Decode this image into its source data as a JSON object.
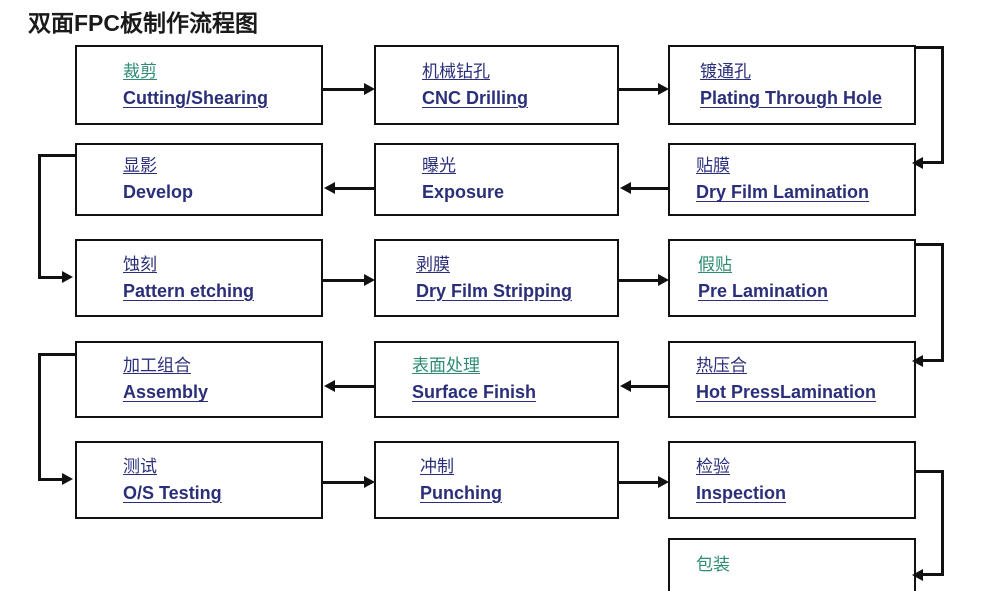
{
  "title": "双面FPC板制作流程图",
  "colors": {
    "line": "#111111",
    "text_blue": "#2b2f7a",
    "text_green": "#2e8b74",
    "title": "#1a1a1a",
    "background": "#ffffff"
  },
  "chart_data": {
    "type": "diagram",
    "title": "双面FPC板制作流程图",
    "nodes": [
      {
        "id": "cutting",
        "cn": "裁剪",
        "en": "Cutting/Shearing",
        "cn_color": "green",
        "row": 1,
        "col": 1
      },
      {
        "id": "drilling",
        "cn": "机械钻孔",
        "en": "CNC Drilling",
        "cn_color": "blue",
        "row": 1,
        "col": 2
      },
      {
        "id": "pth",
        "cn": "镀通孔",
        "en": "Plating Through Hole",
        "cn_color": "blue",
        "row": 1,
        "col": 3
      },
      {
        "id": "develop",
        "cn": "显影",
        "en": "Develop",
        "cn_color": "blue",
        "row": 2,
        "col": 1
      },
      {
        "id": "exposure",
        "cn": "曝光",
        "en": "Exposure",
        "cn_color": "blue",
        "row": 2,
        "col": 2
      },
      {
        "id": "dfl",
        "cn": "贴膜",
        "en": "Dry Film Lamination",
        "cn_color": "blue",
        "row": 2,
        "col": 3
      },
      {
        "id": "etching",
        "cn": "蚀刻",
        "en": "Pattern etching",
        "cn_color": "blue",
        "row": 3,
        "col": 1
      },
      {
        "id": "stripping",
        "cn": "剥膜",
        "en": "Dry Film Stripping",
        "cn_color": "blue",
        "row": 3,
        "col": 2
      },
      {
        "id": "prelam",
        "cn": "假贴",
        "en": "Pre Lamination",
        "cn_color": "green",
        "row": 3,
        "col": 3
      },
      {
        "id": "assembly",
        "cn": "加工组合",
        "en": "Assembly",
        "cn_color": "blue",
        "row": 4,
        "col": 1
      },
      {
        "id": "surface",
        "cn": "表面处理",
        "en": "Surface  Finish",
        "cn_color": "green",
        "row": 4,
        "col": 2
      },
      {
        "id": "hotpress",
        "cn": "热压合",
        "en": "Hot PressLamination",
        "cn_color": "blue",
        "row": 4,
        "col": 3
      },
      {
        "id": "ostesting",
        "cn": "测试",
        "en": "O/S Testing",
        "cn_color": "blue",
        "row": 5,
        "col": 1
      },
      {
        "id": "punching",
        "cn": "冲制",
        "en": "Punching",
        "cn_color": "blue",
        "row": 5,
        "col": 2
      },
      {
        "id": "inspection",
        "cn": "检验",
        "en": "Inspection",
        "cn_color": "blue",
        "row": 5,
        "col": 3
      },
      {
        "id": "packaging",
        "cn": "包装",
        "en": "",
        "cn_color": "green",
        "row": 6,
        "col": 3
      }
    ],
    "edges": [
      {
        "from": "cutting",
        "to": "drilling",
        "kind": "straight-right"
      },
      {
        "from": "drilling",
        "to": "pth",
        "kind": "straight-right"
      },
      {
        "from": "pth",
        "to": "dfl",
        "kind": "wrap-right-down"
      },
      {
        "from": "dfl",
        "to": "exposure",
        "kind": "straight-left"
      },
      {
        "from": "exposure",
        "to": "develop",
        "kind": "straight-left"
      },
      {
        "from": "develop",
        "to": "etching",
        "kind": "wrap-left-down"
      },
      {
        "from": "etching",
        "to": "stripping",
        "kind": "straight-right"
      },
      {
        "from": "stripping",
        "to": "prelam",
        "kind": "straight-right"
      },
      {
        "from": "prelam",
        "to": "hotpress",
        "kind": "wrap-right-down"
      },
      {
        "from": "hotpress",
        "to": "surface",
        "kind": "straight-left"
      },
      {
        "from": "surface",
        "to": "assembly",
        "kind": "straight-left"
      },
      {
        "from": "assembly",
        "to": "ostesting",
        "kind": "wrap-left-down"
      },
      {
        "from": "ostesting",
        "to": "punching",
        "kind": "straight-right"
      },
      {
        "from": "punching",
        "to": "inspection",
        "kind": "straight-right"
      },
      {
        "from": "inspection",
        "to": "packaging",
        "kind": "wrap-right-down"
      }
    ]
  }
}
